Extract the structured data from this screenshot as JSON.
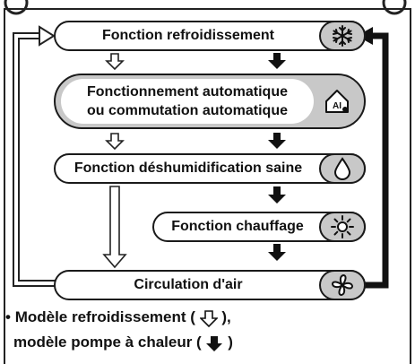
{
  "header": {
    "title": "Mode de fonctionnement"
  },
  "modes": {
    "cooling": "Fonction refroidissement",
    "auto_line1": "Fonctionnement automatique",
    "auto_line2": "ou commutation automatique",
    "dehumid": "Fonction déshumidification saine",
    "heating": "Fonction chauffage",
    "fan": "Circulation d'air"
  },
  "icons": {
    "cooling": "snowflake-icon",
    "auto": "auto-ai-icon",
    "dehumid": "water-drop-icon",
    "heating": "sun-icon",
    "fan": "fan-icon"
  },
  "legend": {
    "bullet": "•",
    "line1_text": "Modèle refroidissement (",
    "line1_close": "),",
    "line2_text": "modèle pompe à chaleur (",
    "line2_close": ")"
  },
  "colors": {
    "ink": "#111111",
    "cap": "#c8c8c8"
  }
}
